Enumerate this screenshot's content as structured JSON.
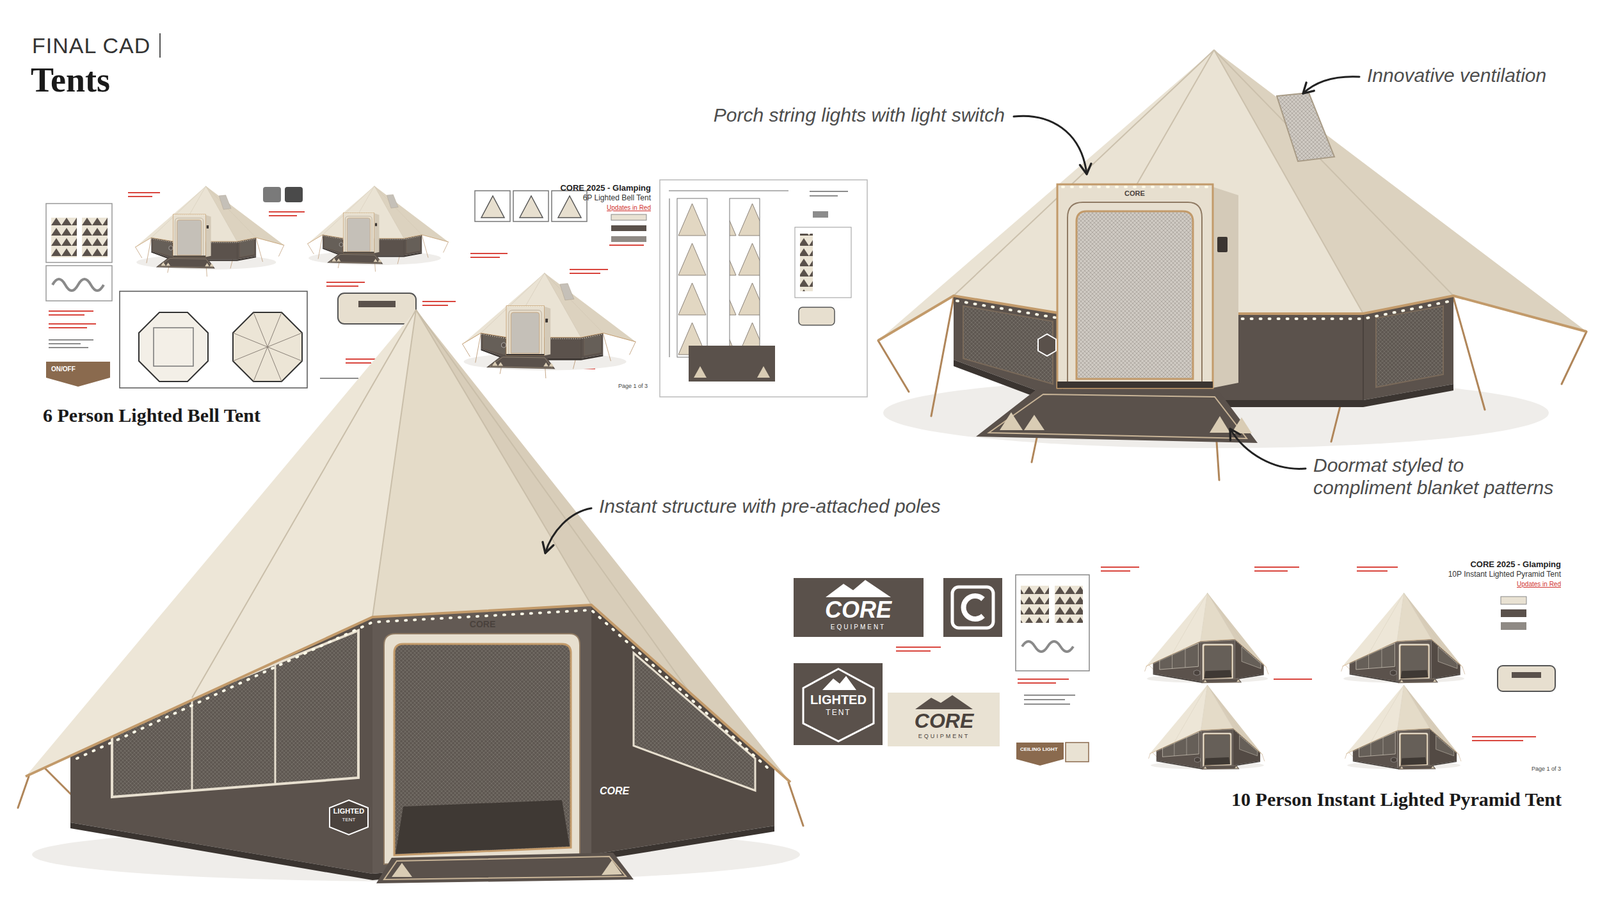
{
  "diagram": {
    "title": "Tents",
    "labels": [
      "FINAL CAD",
      "6 Person Lighted Bell Tent",
      "Porch string lights with light switch",
      "Innovative ventilation",
      "Doormat styled to compliment blanket patterns",
      "Instant structure with pre-attached poles",
      "10 Person Instant Lighted Pyramid Tent",
      "CORE 2025 - Glamping",
      "6P Lighted Bell Tent",
      "Updates in Red",
      "Page 1 of 3",
      "ON/OFF",
      "CORE 2025 - Glamping",
      "10P Instant Lighted Pyramid Tent",
      "Updates in Red",
      "Page 1 of 3",
      "CORE",
      "EQUIPMENT",
      "LIGHTED",
      "TENT",
      "CORE",
      "EQUIPMENT",
      "CEILING LIGHT",
      "CORE",
      "CORE",
      "CORE",
      "LIGHTED",
      "TENT"
    ]
  }
}
